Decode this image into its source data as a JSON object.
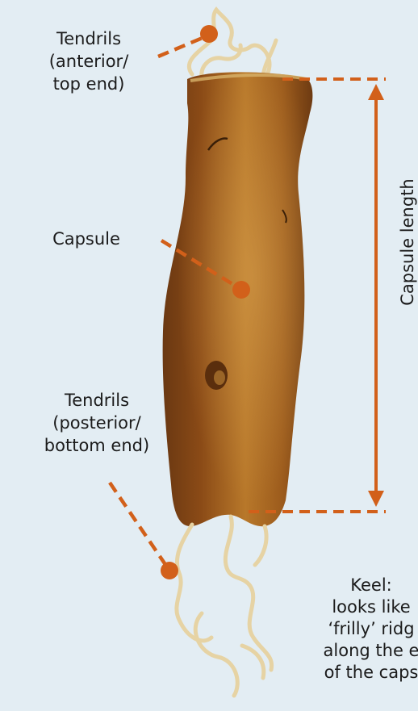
{
  "labels": {
    "tendrils_top": "Tendrils\n(anterior/\ntop end)",
    "capsule": "Capsule",
    "tendrils_bottom": "Tendrils\n(posterior/\nbottom end)",
    "keel": "Keel:\nlooks like\n‘frilly’ ridg\nalong the e\nof the caps",
    "capsule_length": "Capsule length"
  },
  "colors": {
    "background": "#e3edf3",
    "accent": "#d2601a",
    "text": "#1b1b1b",
    "capsule_dark": "#6e3a12",
    "capsule_mid": "#a8661f",
    "capsule_light": "#c98f3c",
    "tendril": "#e9d9b0"
  }
}
